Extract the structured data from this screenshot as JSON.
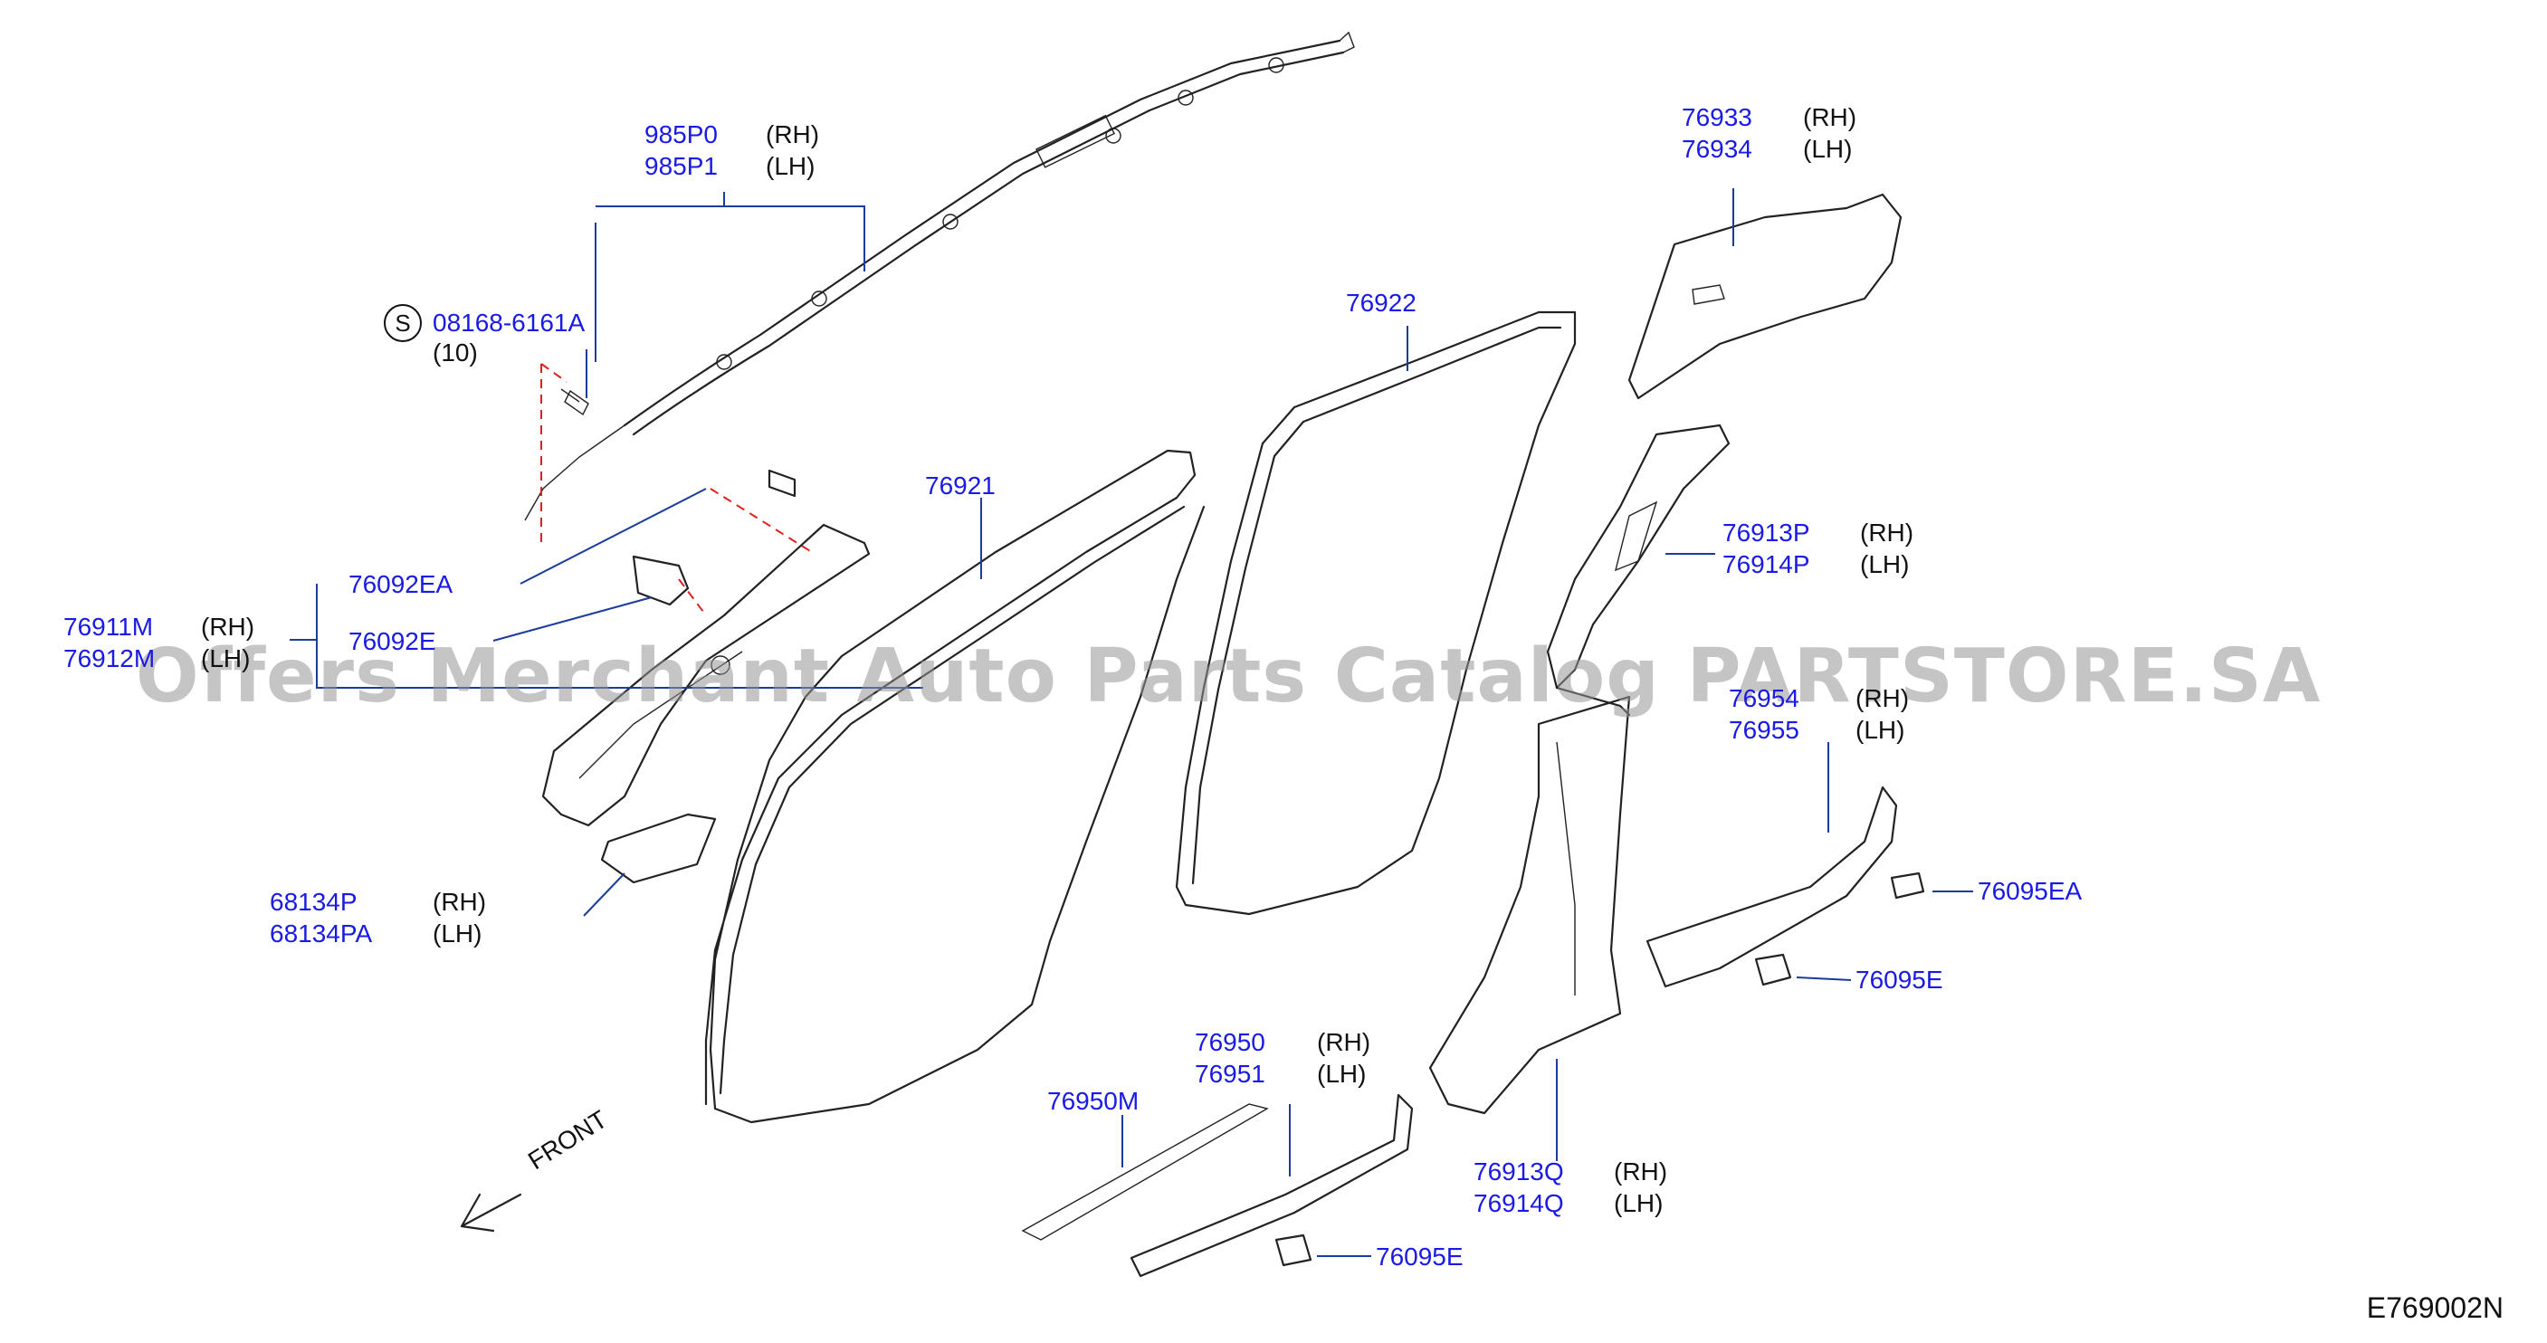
{
  "diagram": {
    "code": "E769002N",
    "front_label": "FRONT",
    "watermark": "Offers Merchant Auto Parts Catalog PARTSTORE.SA",
    "bolt": {
      "symbol": "S",
      "part": "08168-6161A",
      "qty": "(10)"
    }
  },
  "parts": [
    {
      "id": "985P0",
      "side": "(RH)"
    },
    {
      "id": "985P1",
      "side": "(LH)"
    },
    {
      "id": "76933",
      "side": "(RH)"
    },
    {
      "id": "76934",
      "side": "(LH)"
    },
    {
      "id": "76922",
      "side": ""
    },
    {
      "id": "76921",
      "side": ""
    },
    {
      "id": "76913P",
      "side": "(RH)"
    },
    {
      "id": "76914P",
      "side": "(LH)"
    },
    {
      "id": "76092EA",
      "side": ""
    },
    {
      "id": "76911M",
      "side": "(RH)"
    },
    {
      "id": "76912M",
      "side": "(LH)"
    },
    {
      "id": "76092E",
      "side": ""
    },
    {
      "id": "76954",
      "side": "(RH)"
    },
    {
      "id": "76955",
      "side": "(LH)"
    },
    {
      "id": "76095EA",
      "side": ""
    },
    {
      "id": "68134P",
      "side": "(RH)"
    },
    {
      "id": "68134PA",
      "side": "(LH)"
    },
    {
      "id": "76095E",
      "side": ""
    },
    {
      "id": "76950",
      "side": "(RH)"
    },
    {
      "id": "76951",
      "side": "(LH)"
    },
    {
      "id": "76950M",
      "side": ""
    },
    {
      "id": "76913Q",
      "side": "(RH)"
    },
    {
      "id": "76914Q",
      "side": "(LH)"
    },
    {
      "id": "76095E",
      "side": ""
    }
  ],
  "colors": {
    "label": "#1a1ae6",
    "leader": "#1a3c9c",
    "linework": "#222222",
    "bolt_dash": "#e0201c"
  }
}
